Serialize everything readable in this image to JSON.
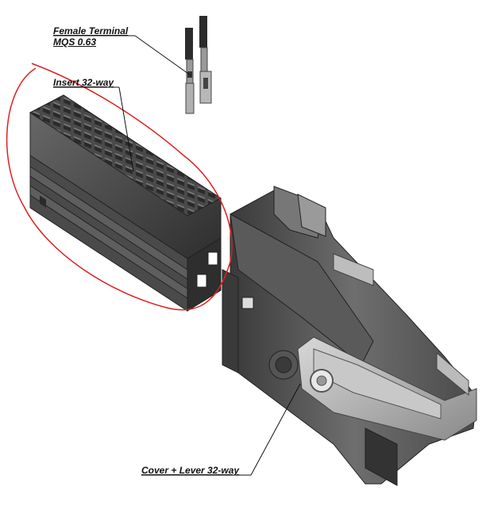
{
  "labels": {
    "female_terminal": "Female Terminal",
    "female_terminal_spec": "MQS 0.63",
    "insert": "Insert 32-way",
    "cover_lever": "Cover + Lever 32-way"
  },
  "colors": {
    "part_dark": "#3c3c3c",
    "part_mid": "#5a5a5a",
    "part_light": "#8a8a8a",
    "highlight_circle": "#e02020"
  }
}
